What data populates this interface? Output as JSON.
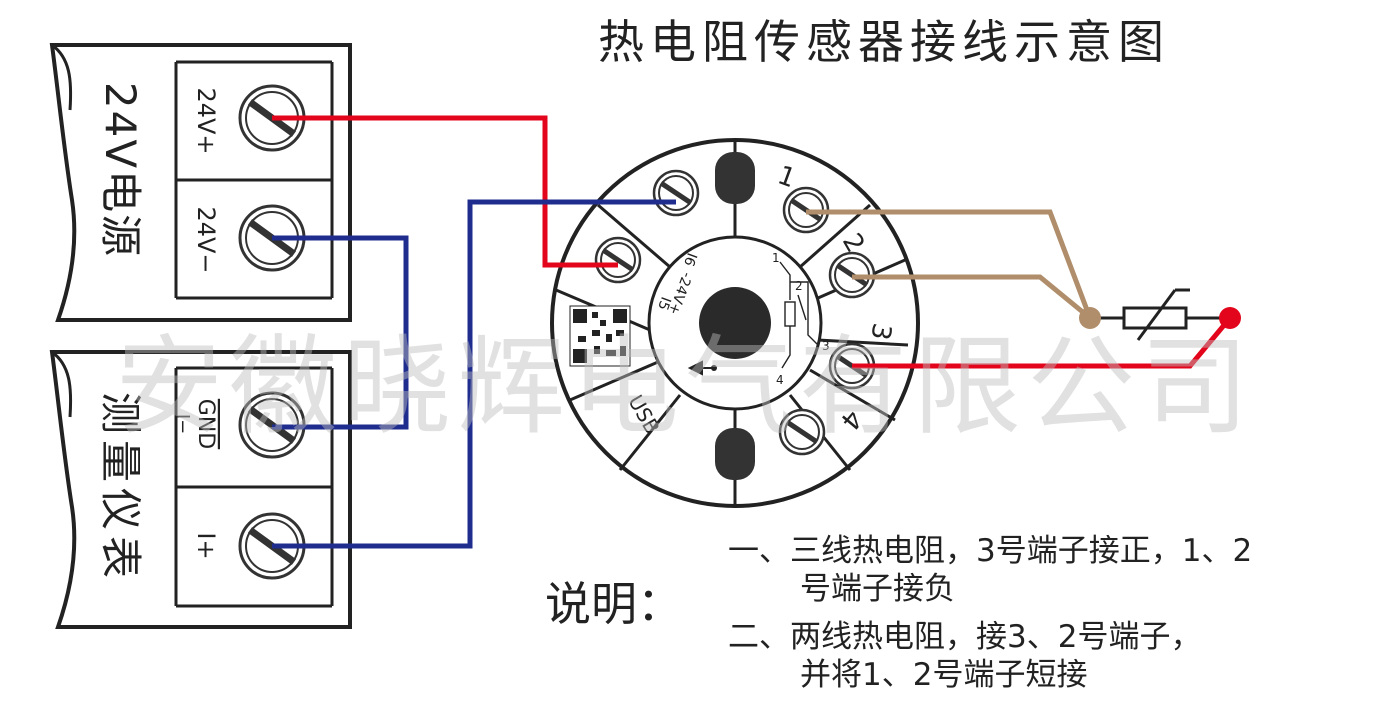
{
  "title": "热电阻传感器接线示意图",
  "watermark": "安徽晓辉电气有限公司",
  "power_box": {
    "label_chars": [
      "2",
      "4",
      "V",
      "电",
      "源"
    ],
    "terminals": [
      "24V+",
      "24V−"
    ]
  },
  "meter_box": {
    "label_chars": [
      "测",
      "量",
      "仪",
      "表"
    ],
    "terminals": [
      "GND",
      "I+"
    ],
    "gnd_sub": "I−"
  },
  "transmitter": {
    "terminal_numbers": [
      "1",
      "2",
      "3",
      "4"
    ],
    "center_labels": [
      "I6",
      "-24V+",
      "I5"
    ],
    "usb_label": "USB",
    "rtd_pins": [
      "1",
      "2",
      "3",
      "4"
    ]
  },
  "notes": {
    "heading": "说明：",
    "line1a": "一、三线热电阻，3号端子接正，1、2",
    "line1b": "号端子接负",
    "line2a": "二、两线热电阻，接3、2号端子，",
    "line2b": "并将1、2号端子短接"
  },
  "colors": {
    "positive_wire": "#e3051b",
    "negative_wire": "#1f2d8f",
    "sensor_wire": "#b08e6b",
    "outline": "#222222",
    "watermark": "#bdbdbd"
  }
}
